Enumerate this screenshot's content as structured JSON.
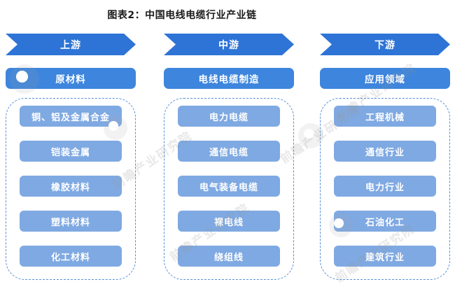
{
  "title": "图表2：中国电线电缆行业产业链",
  "watermark_text": "前瞻产业研究院",
  "colors": {
    "arrow_blue": "#2e74d6",
    "header_blue": "#3d85dd",
    "item_blue": "#7fa9e2",
    "dashed_border_blue": "#5590d8",
    "title_text": "#1a1a1a",
    "box_text": "#ffffff"
  },
  "columns": [
    {
      "stage_label": "上游",
      "category_label": "原材料",
      "items": [
        "铜、铝及金属合金",
        "铠装金属",
        "橡胶材料",
        "塑料材料",
        "化工材料"
      ]
    },
    {
      "stage_label": "中游",
      "category_label": "电线电缆制造",
      "items": [
        "电力电缆",
        "通信电缆",
        "电气装备电缆",
        "裸电线",
        "绕组线"
      ]
    },
    {
      "stage_label": "下游",
      "category_label": "应用领域",
      "items": [
        "工程机械",
        "通信行业",
        "电力行业",
        "石油化工",
        "建筑行业"
      ]
    }
  ]
}
